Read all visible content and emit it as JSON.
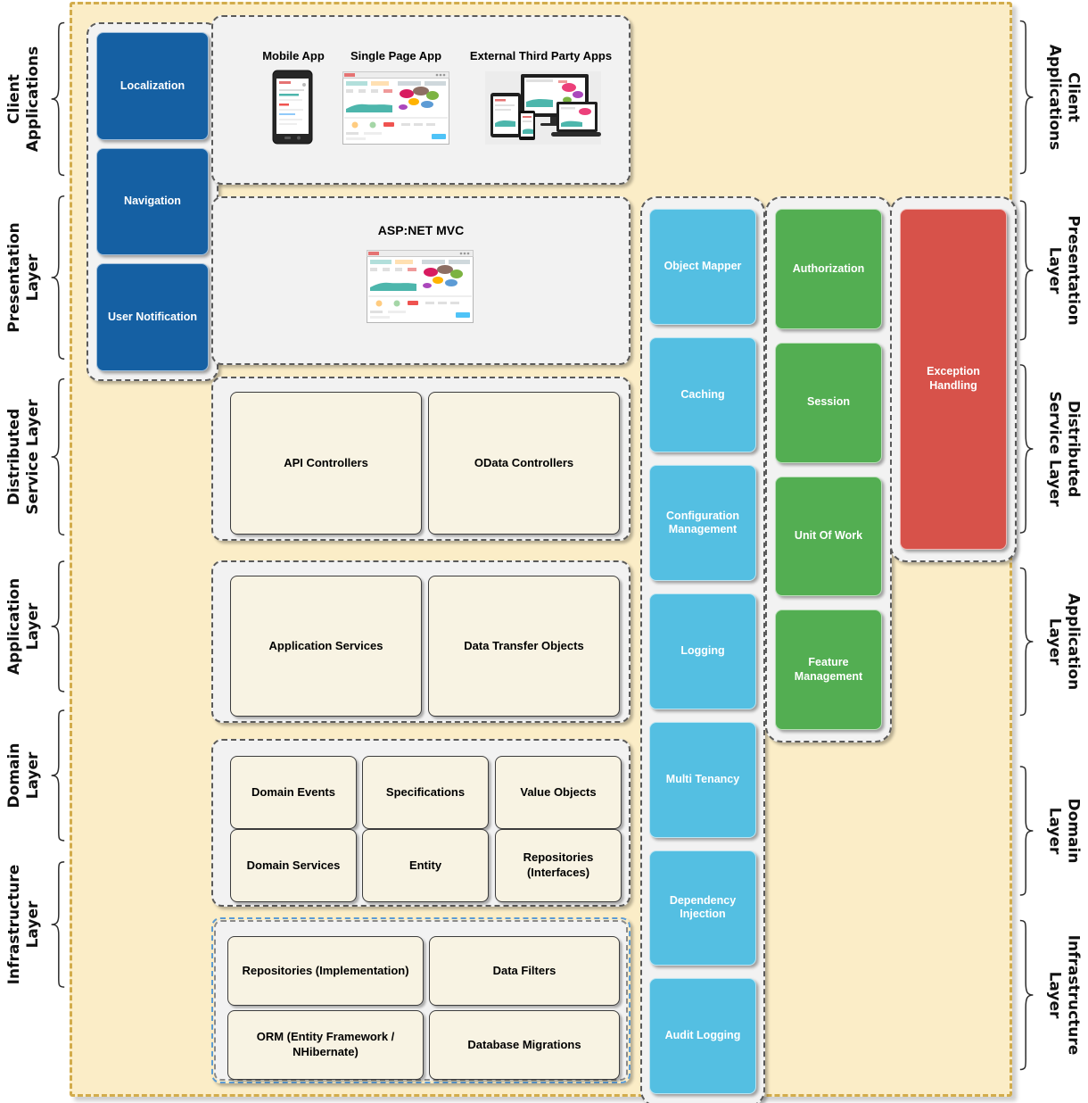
{
  "layers": [
    {
      "label": "Client\nApplications"
    },
    {
      "label": "Presentation\nLayer"
    },
    {
      "label": "Distributed\nService Layer"
    },
    {
      "label": "Application\nLayer"
    },
    {
      "label": "Domain\nLayer"
    },
    {
      "label": "Infrastructure\nLayer"
    }
  ],
  "client_sidebar": {
    "items": [
      "Localization",
      "Navigation",
      "User Notification"
    ]
  },
  "client_apps": {
    "figures": [
      {
        "caption": "Mobile App",
        "image": "mobile-app-screenshot"
      },
      {
        "caption": "Single Page App",
        "image": "single-page-app-screenshot"
      },
      {
        "caption": "External Third Party Apps",
        "image": "multi-device-screenshot"
      }
    ]
  },
  "presentation_panel": {
    "title": "ASP:NET MVC",
    "image": "mvc-dashboard-screenshot"
  },
  "distributed_service": {
    "boxes": [
      "API Controllers",
      "OData Controllers"
    ]
  },
  "application_layer": {
    "boxes": [
      "Application Services",
      "Data Transfer Objects"
    ]
  },
  "domain_layer": {
    "boxes": [
      "Domain Events",
      "Specifications",
      "Value Objects",
      "Domain Services",
      "Entity",
      "Repositories\n(Interfaces)"
    ]
  },
  "infrastructure_layer": {
    "boxes": [
      "Repositories (Implementation)",
      "Data Filters",
      "ORM (Entity Framework /\nNHibernate)",
      "Database Migrations"
    ]
  },
  "cross_cutting_column": {
    "boxes": [
      "Object Mapper",
      "Caching",
      "Configuration Management",
      "Logging",
      "Multi Tenancy",
      "Dependency Injection",
      "Audit Logging"
    ]
  },
  "security_column": {
    "boxes": [
      "Authorization",
      "Session",
      "Unit Of Work",
      "Feature Management"
    ]
  },
  "exception_column": {
    "boxes": [
      "Exception Handling"
    ]
  },
  "colors": {
    "blue": "#1560A3",
    "cyan": "#54BFE2",
    "green": "#53AE52",
    "red": "#D7524A",
    "cream_background": "#FBEDC7",
    "gold_border": "#D2AC4C",
    "panel_gray": "#F2F2F2",
    "beige_box": "#F8F3E3",
    "infra_border_blue": "#5B9BD5"
  }
}
